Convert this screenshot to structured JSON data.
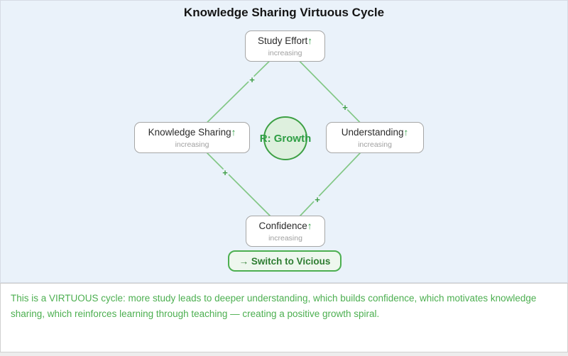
{
  "title": "Knowledge Sharing Virtuous Cycle",
  "diagram": {
    "loop_label": "R: Growth",
    "nodes": [
      {
        "label": "Study Effort",
        "arrow": "↑",
        "subtitle": "increasing"
      },
      {
        "label": "Knowledge Sharing",
        "arrow": "↑",
        "subtitle": "increasing"
      },
      {
        "label": "Understanding",
        "arrow": "↑",
        "subtitle": "increasing"
      },
      {
        "label": "Confidence",
        "arrow": "↑",
        "subtitle": "increasing"
      }
    ],
    "edge_signs": [
      "+",
      "+",
      "+",
      "+"
    ]
  },
  "controls": {
    "switch_button_label": "→ Switch to Vicious"
  },
  "description": "This is a VIRTUOUS cycle: more study leads to deeper understanding, which builds confidence, which motivates knowledge sharing, which reinforces learning through teaching — creating a positive growth spiral.",
  "colors": {
    "panel_background": "#eaf2fa",
    "edge_green": "#82c785",
    "sign_green": "#3f9e46",
    "accent_green": "#4caf50",
    "button_text_green": "#2e7d32",
    "loop_fill": "#def0de",
    "node_border_gray": "#a6a6a6",
    "subtitle_gray": "#a0a0a0"
  }
}
